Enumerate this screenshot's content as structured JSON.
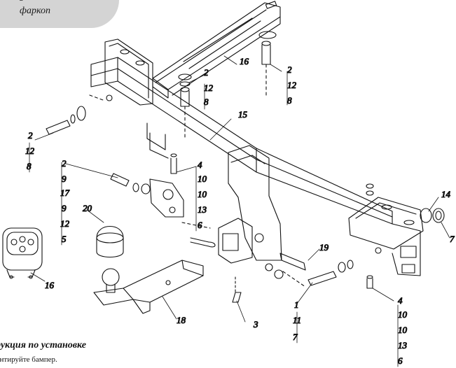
{
  "header": {
    "corner_title": "фаркоп",
    "corner_label_fragment": "g"
  },
  "instructions": {
    "title_fragment": "рукция по установке",
    "step1_fragment": "онтируйте бампер."
  },
  "callouts": [
    {
      "id": "c16a",
      "parts": [
        "16"
      ]
    },
    {
      "id": "c2a",
      "parts": [
        "2",
        "12",
        "8"
      ]
    },
    {
      "id": "c2b",
      "parts": [
        "2",
        "12",
        "8"
      ]
    },
    {
      "id": "c15",
      "parts": [
        "15"
      ]
    },
    {
      "id": "c2c",
      "parts": [
        "2",
        "12",
        "8"
      ]
    },
    {
      "id": "c2d",
      "parts": [
        "2",
        "9",
        "17",
        "9",
        "12",
        "5"
      ]
    },
    {
      "id": "c4a",
      "parts": [
        "4",
        "10",
        "10",
        "13",
        "6"
      ]
    },
    {
      "id": "c20",
      "parts": [
        "20"
      ]
    },
    {
      "id": "c14",
      "parts": [
        "14"
      ]
    },
    {
      "id": "c7",
      "parts": [
        "7"
      ]
    },
    {
      "id": "c19",
      "parts": [
        "19"
      ]
    },
    {
      "id": "c16b",
      "parts": [
        "16"
      ]
    },
    {
      "id": "c18",
      "parts": [
        "18"
      ]
    },
    {
      "id": "c3",
      "parts": [
        "3"
      ]
    },
    {
      "id": "c1",
      "parts": [
        "1",
        "11",
        "7"
      ]
    },
    {
      "id": "c4b",
      "parts": [
        "4",
        "10",
        "10",
        "13",
        "6"
      ]
    }
  ]
}
